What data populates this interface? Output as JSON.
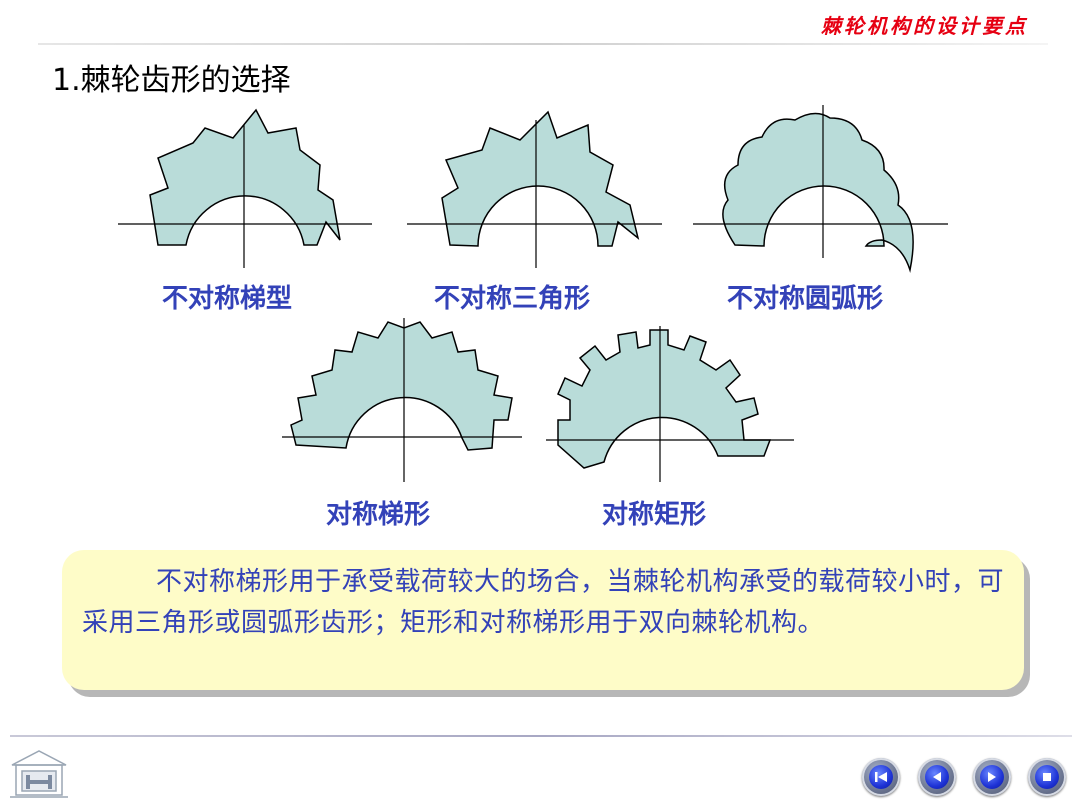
{
  "header": {
    "title": "棘轮机构的设计要点"
  },
  "section": {
    "title": "1.棘轮齿形的选择"
  },
  "tooth_forms": {
    "asym_trapezoid": "不对称梯型",
    "asym_triangle": "不对称三角形",
    "asym_arc": "不对称圆弧形",
    "sym_trapezoid": "对称梯形",
    "sym_rectangle": "对称矩形"
  },
  "note": {
    "text": "不对称梯形用于承受载荷较大的场合，当棘轮机构承受的载荷较小时，可采用三角形或圆弧形齿形；矩形和对称梯形用于双向棘轮机构。"
  },
  "colors": {
    "wheel_fill": "#b9dcd9",
    "label": "#3342b8",
    "header": "#e60012",
    "note_bg": "#fefcc8"
  },
  "navigation": {
    "icons": [
      "first-page-icon",
      "previous-page-icon",
      "next-page-icon",
      "stop-icon"
    ]
  }
}
